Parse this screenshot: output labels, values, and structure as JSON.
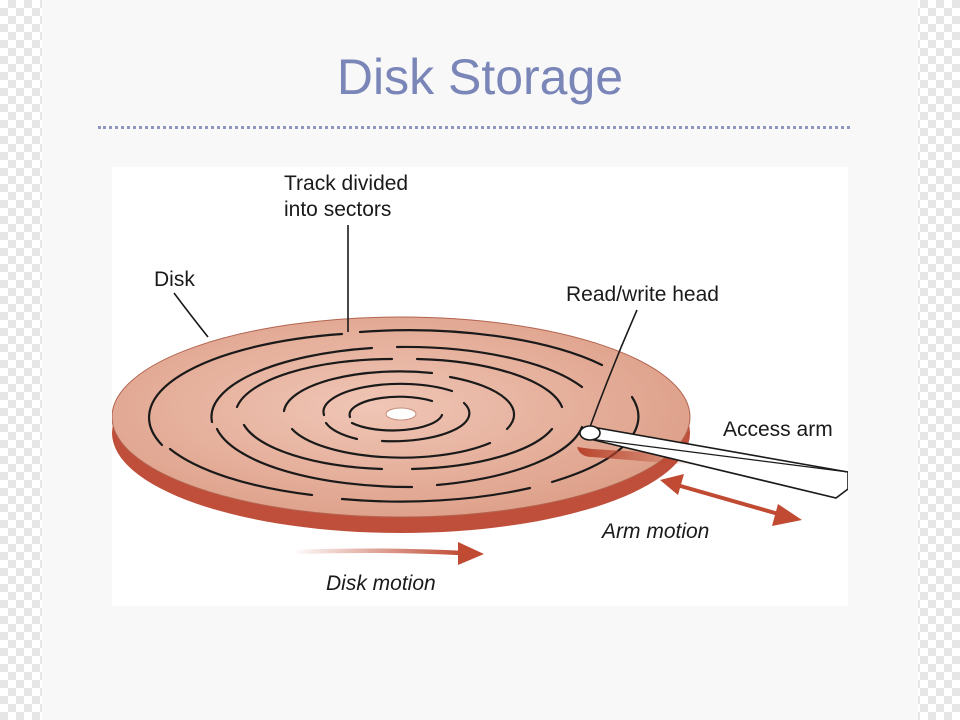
{
  "slide": {
    "title": "Disk Storage"
  },
  "figure": {
    "labels": {
      "track": "Track divided\ninto sectors",
      "disk": "Disk",
      "read_write_head": "Read/write head",
      "access_arm": "Access arm",
      "arm_motion": "Arm motion",
      "disk_motion": "Disk motion"
    },
    "colors": {
      "disk_top": "#e2a893",
      "disk_edge": "#bf4f3a",
      "arrow": "#c04a32",
      "title": "#7b86b8"
    }
  }
}
